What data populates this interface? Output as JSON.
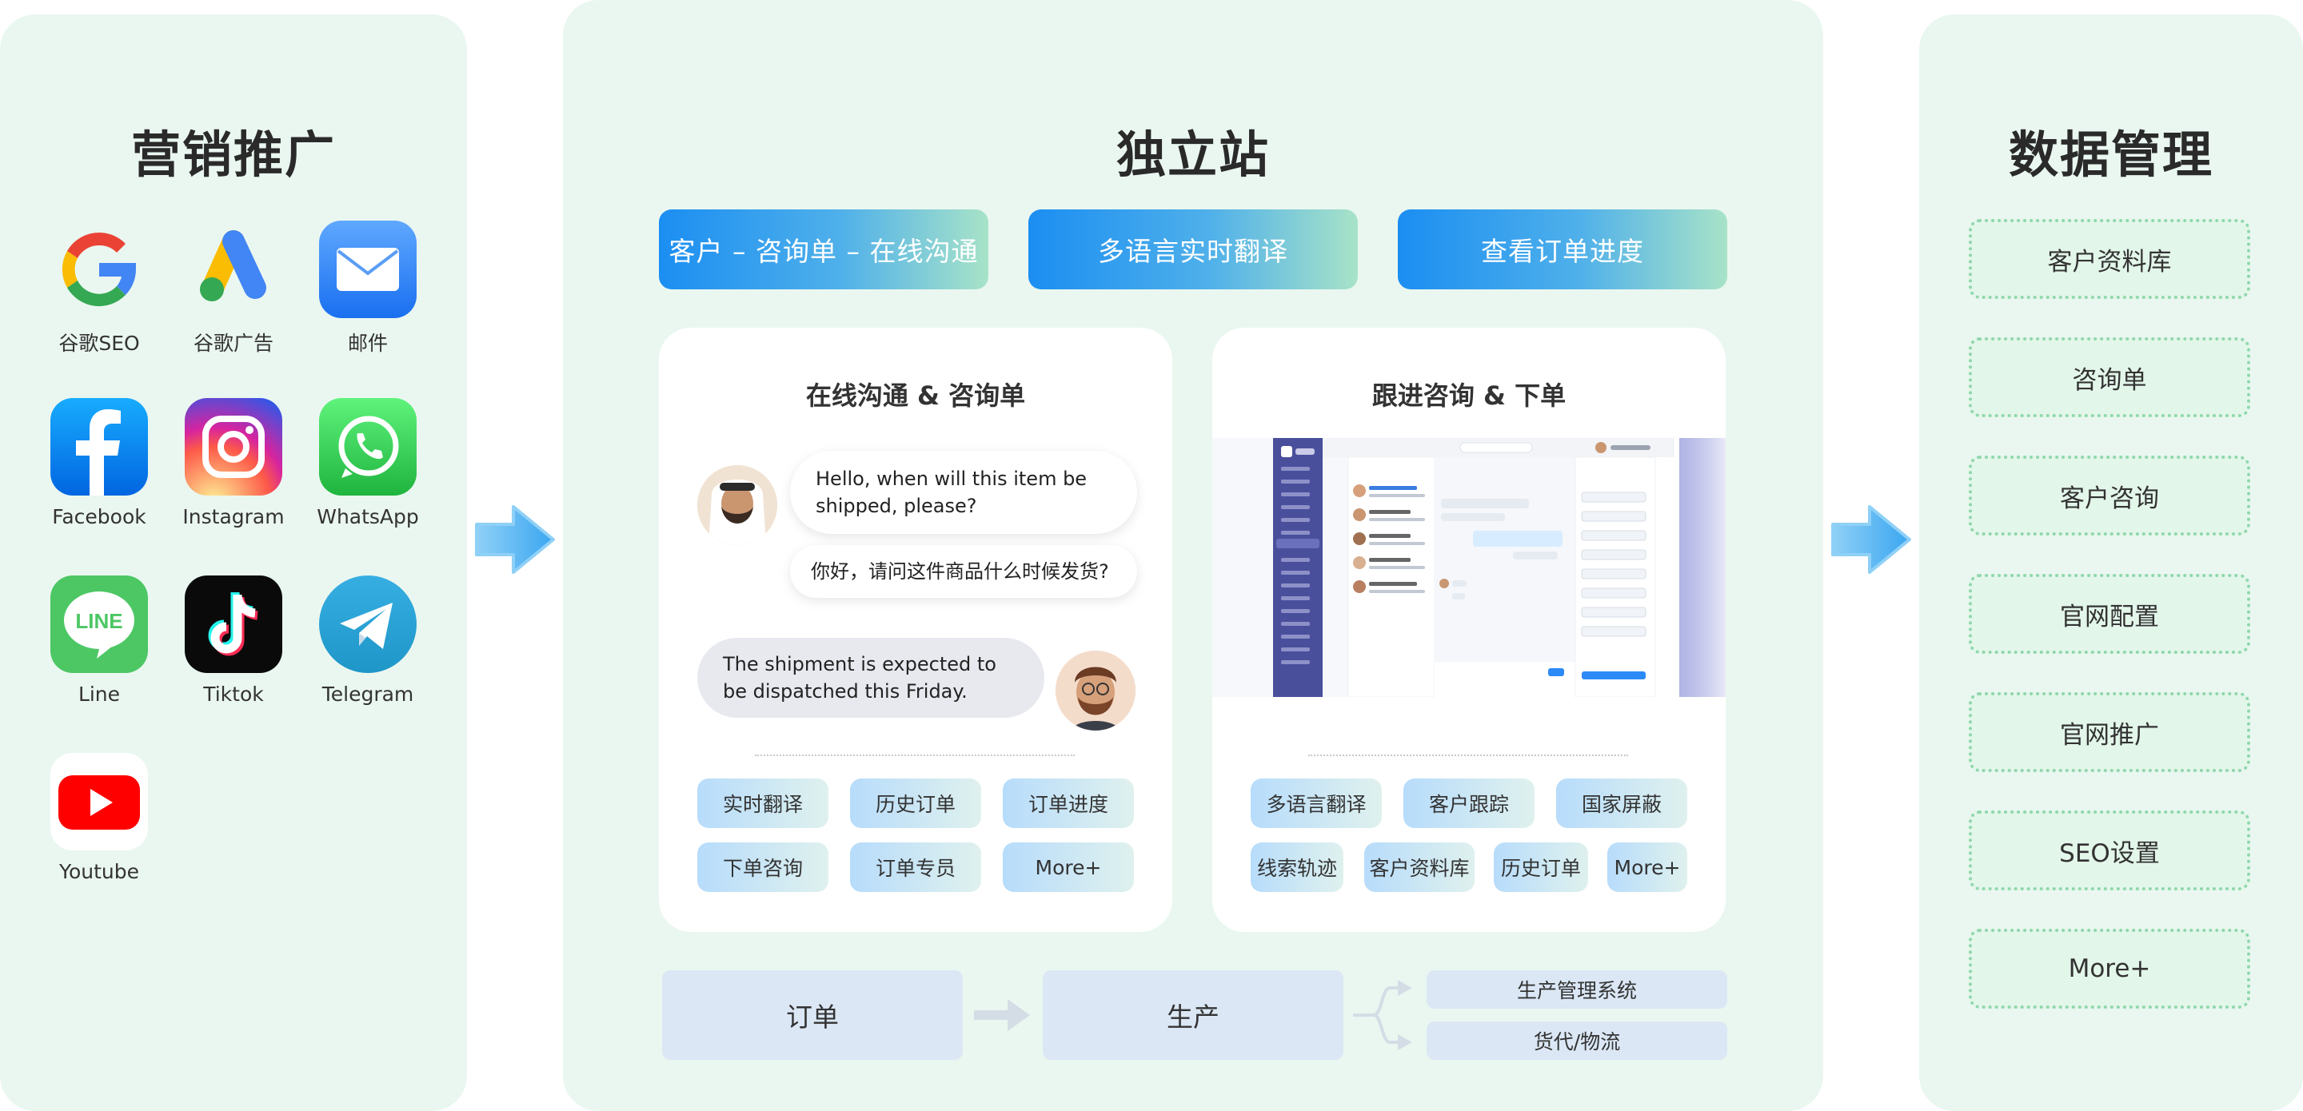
{
  "marketing": {
    "title": "营销推广",
    "apps": [
      {
        "label": "谷歌SEO",
        "icon": "google-icon"
      },
      {
        "label": "谷歌广告",
        "icon": "google-ads-icon"
      },
      {
        "label": "邮件",
        "icon": "mail-icon"
      },
      {
        "label": "Facebook",
        "icon": "facebook-icon"
      },
      {
        "label": "Instagram",
        "icon": "instagram-icon"
      },
      {
        "label": "WhatsApp",
        "icon": "whatsapp-icon"
      },
      {
        "label": "Line",
        "icon": "line-icon"
      },
      {
        "label": "Tiktok",
        "icon": "tiktok-icon"
      },
      {
        "label": "Telegram",
        "icon": "telegram-icon"
      },
      {
        "label": "Youtube",
        "icon": "youtube-icon"
      }
    ],
    "line_logo_text": "LINE"
  },
  "site": {
    "title": "独立站",
    "top_buttons": [
      "客户 – 咨询单 – 在线沟通",
      "多语言实时翻译",
      "查看订单进度"
    ],
    "chat_card": {
      "title": "在线沟通 & 咨询单",
      "message_1": "Hello, when will this item be shipped, please?",
      "message_1_translation": "你好，请问这件商品什么时候发货?",
      "message_2": "The shipment is expected to be dispatched this Friday.",
      "tags": [
        "实时翻译",
        "历史订单",
        "订单进度",
        "下单咨询",
        "订单专员",
        "More+"
      ]
    },
    "follow_card": {
      "title": "跟进咨询 & 下单",
      "tags": [
        "多语言翻译",
        "客户跟踪",
        "国家屏蔽",
        "线索轨迹",
        "客户资料库",
        "历史订单",
        "More+"
      ]
    },
    "flow": {
      "order": "订单",
      "production": "生产",
      "branches": [
        "生产管理系统",
        "货代/物流"
      ]
    }
  },
  "data_management": {
    "title": "数据管理",
    "items": [
      "客户资料库",
      "咨询单",
      "客户咨询",
      "官网配置",
      "官网推广",
      "SEO设置",
      "More+"
    ]
  },
  "colors": {
    "panel_bg": "#eaf7f0",
    "button_gradient_start": "#1b8ef2",
    "button_gradient_end": "#a8e3c8",
    "dotted_border": "#8fd7ac",
    "flow_box": "#dbe7f5"
  }
}
